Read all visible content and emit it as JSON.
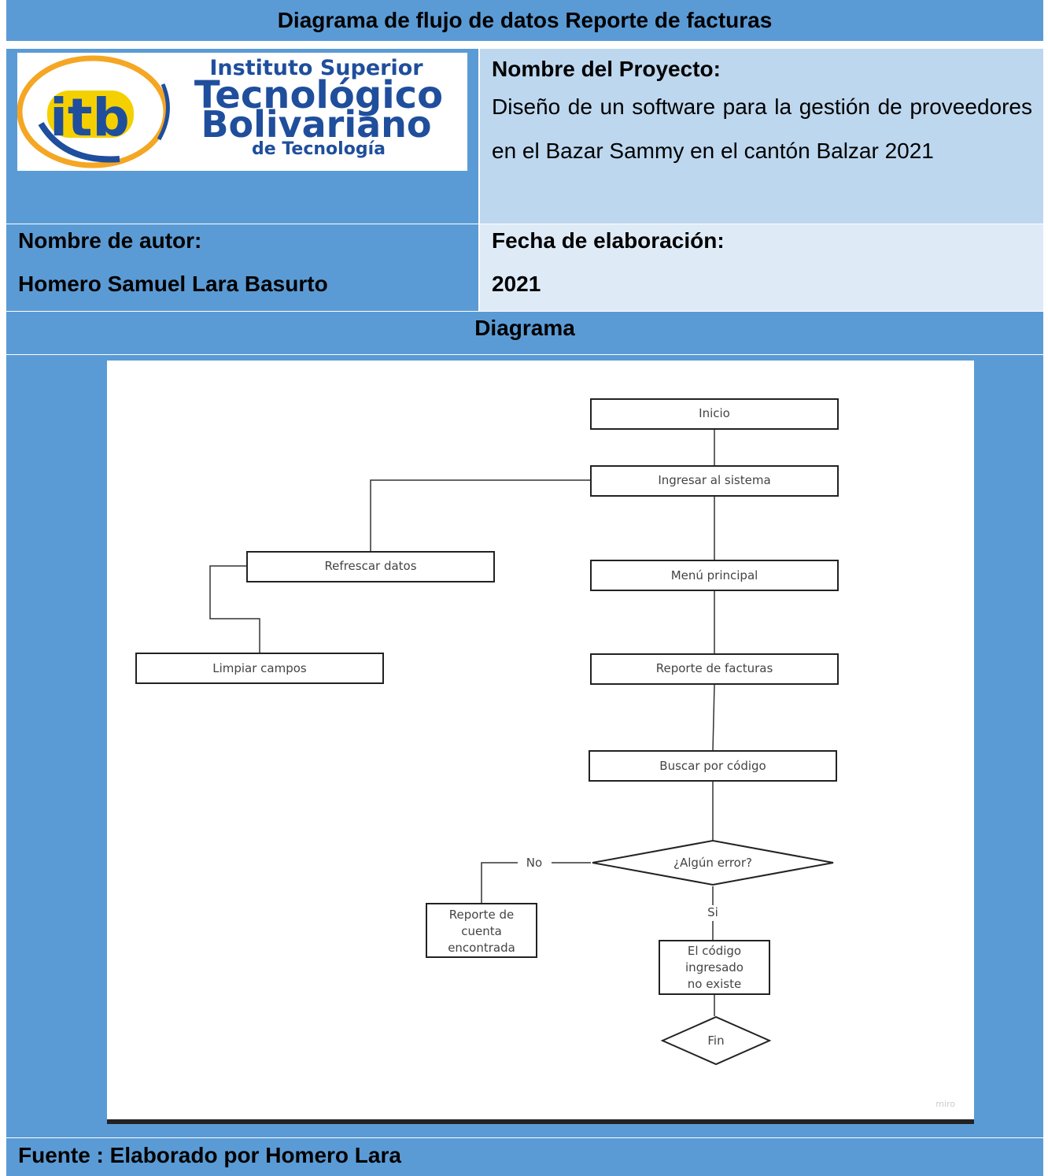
{
  "header": {
    "title": "Diagrama de flujo de datos Reporte de facturas"
  },
  "logo": {
    "monogram": "itb",
    "line1": "Instituto Superior",
    "line2": "Tecnológico",
    "line3": "Bolivariano",
    "line4": "de Tecnología"
  },
  "project": {
    "label": "Nombre del Proyecto:",
    "description": "Diseño de un software para la gestión de proveedores en el Bazar Sammy en el cantón Balzar 2021"
  },
  "author": {
    "label": "Nombre de autor:",
    "name": "Homero Samuel Lara Basurto"
  },
  "date": {
    "label": "Fecha de elaboración:",
    "value": "2021"
  },
  "diagram_header": "Diagrama",
  "flowchart": {
    "nodes": {
      "inicio": "Inicio",
      "ingresar": "Ingresar al sistema",
      "refrescar": "Refrescar datos",
      "menu": "Menú principal",
      "limpiar": "Limpiar campos",
      "reporte": "Reporte de facturas",
      "buscar": "Buscar por código",
      "decision": "¿Algún error?",
      "reporte_cuenta": [
        "Reporte de",
        "cuenta",
        "encontrada"
      ],
      "codigo_no_existe": [
        "El código",
        "ingresado",
        "no existe"
      ],
      "fin": "Fin"
    },
    "edge_labels": {
      "no": "No",
      "si": "Si"
    },
    "watermark": "miro"
  },
  "footer": {
    "source": "Fuente : Elaborado por Homero Lara"
  },
  "colors": {
    "dark": "#5b9bd5",
    "mid": "#bdd7ee",
    "light": "#deebf7",
    "logo_blue": "#1f4e9c",
    "logo_orange": "#f5a623"
  }
}
